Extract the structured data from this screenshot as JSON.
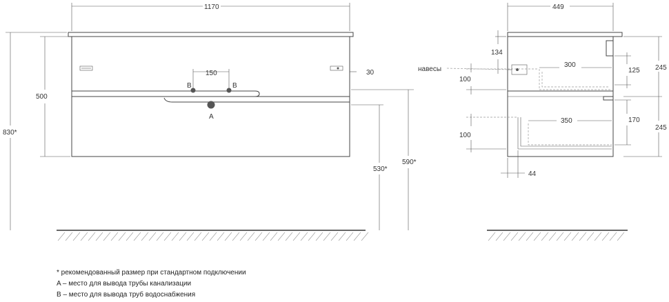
{
  "front_view": {
    "width_label": "1170",
    "body_height_label": "500",
    "total_height_label": "830*",
    "height_530_label": "530*",
    "height_590_label": "590*",
    "hinge_offset_label": "30",
    "pipe_spacing_label": "150",
    "point_b_left": "B",
    "point_b_right": "B",
    "point_a": "A"
  },
  "side_view": {
    "depth_label": "449",
    "label_134": "134",
    "label_300": "300",
    "label_125": "125",
    "label_245_top": "245",
    "label_100_top": "100",
    "label_350": "350",
    "label_170": "170",
    "label_245_bottom": "245",
    "label_100_bottom": "100",
    "label_44": "44",
    "hinges_label": "навесы"
  },
  "notes": [
    "* рекомендованный размер при стандартном подключении",
    "A – место для вывода трубы канализации",
    "B – место для вывода труб водоснабжения"
  ],
  "colors": {
    "line": "#444444",
    "pipe_point": "#555555",
    "floor": "#333333"
  }
}
